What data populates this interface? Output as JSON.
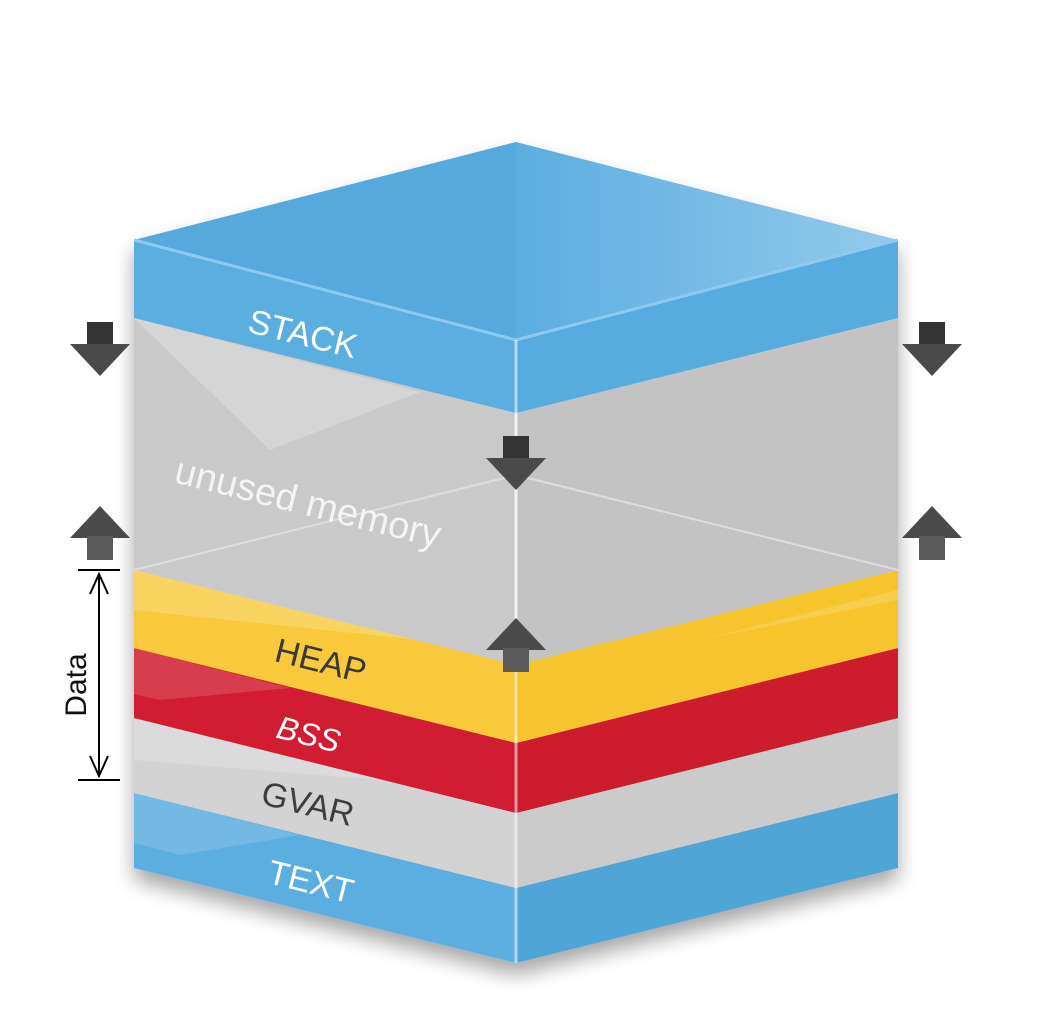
{
  "diagram": {
    "labels": {
      "stack": "STACK",
      "unused": "unused memory",
      "heap": "HEAP",
      "bss": "BSS",
      "gvar": "GVAR",
      "text": "TEXT",
      "data": "Data"
    },
    "colors": {
      "stack": "#5aaee0",
      "unused": "#c8c8c8",
      "heap": "#f8c93a",
      "bss": "#d21a30",
      "gvar": "#cfcfcf",
      "text": "#5aaee0",
      "arrow": "#444444"
    },
    "arrows": {
      "stack_growth": "down",
      "heap_growth": "up"
    }
  }
}
